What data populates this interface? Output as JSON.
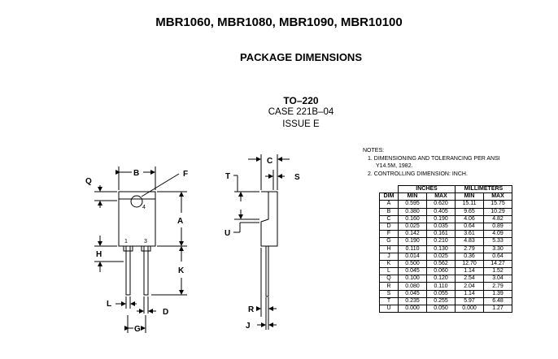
{
  "header": {
    "doc_title": "MBR1060, MBR1080, MBR1090, MBR10100",
    "section_title": "PACKAGE DIMENSIONS"
  },
  "package": {
    "name": "TO–220",
    "case": "CASE 221B–04",
    "issue": "ISSUE E"
  },
  "drawing_labels": {
    "Q": "Q",
    "B": "B",
    "F": "F",
    "A": "A",
    "H": "H",
    "K": "K",
    "L": "L",
    "D": "D",
    "G": "G",
    "C": "C",
    "S": "S",
    "T": "T",
    "U": "U",
    "R": "R",
    "J": "J",
    "pin1": "1",
    "pin3": "3",
    "pin4": "4"
  },
  "notes": {
    "heading": "NOTES:",
    "line1": "1.  DIMENSIONING AND TOLERANCING PER ANSI",
    "line1b": "Y14.5M, 1982.",
    "line2": "2.  CONTROLLING DIMENSION: INCH."
  },
  "table": {
    "group_inches": "INCHES",
    "group_mm": "MILLIMETERS",
    "col_dim": "DIM",
    "col_min": "MIN",
    "col_max": "MAX",
    "rows": [
      [
        "A",
        "0.595",
        "0.620",
        "15.11",
        "15.75"
      ],
      [
        "B",
        "0.380",
        "0.405",
        "9.65",
        "10.29"
      ],
      [
        "C",
        "0.160",
        "0.190",
        "4.06",
        "4.82"
      ],
      [
        "D",
        "0.025",
        "0.035",
        "0.64",
        "0.89"
      ],
      [
        "F",
        "0.142",
        "0.161",
        "3.61",
        "4.09"
      ],
      [
        "G",
        "0.190",
        "0.210",
        "4.83",
        "5.33"
      ],
      [
        "H",
        "0.110",
        "0.130",
        "2.79",
        "3.30"
      ],
      [
        "J",
        "0.014",
        "0.025",
        "0.36",
        "0.64"
      ],
      [
        "K",
        "0.500",
        "0.562",
        "12.70",
        "14.27"
      ],
      [
        "L",
        "0.045",
        "0.060",
        "1.14",
        "1.52"
      ],
      [
        "Q",
        "0.100",
        "0.120",
        "2.54",
        "3.04"
      ],
      [
        "R",
        "0.080",
        "0.110",
        "2.04",
        "2.79"
      ],
      [
        "S",
        "0.045",
        "0.055",
        "1.14",
        "1.39"
      ],
      [
        "T",
        "0.235",
        "0.255",
        "5.97",
        "6.48"
      ],
      [
        "U",
        "0.000",
        "0.050",
        "0.000",
        "1.27"
      ]
    ]
  }
}
